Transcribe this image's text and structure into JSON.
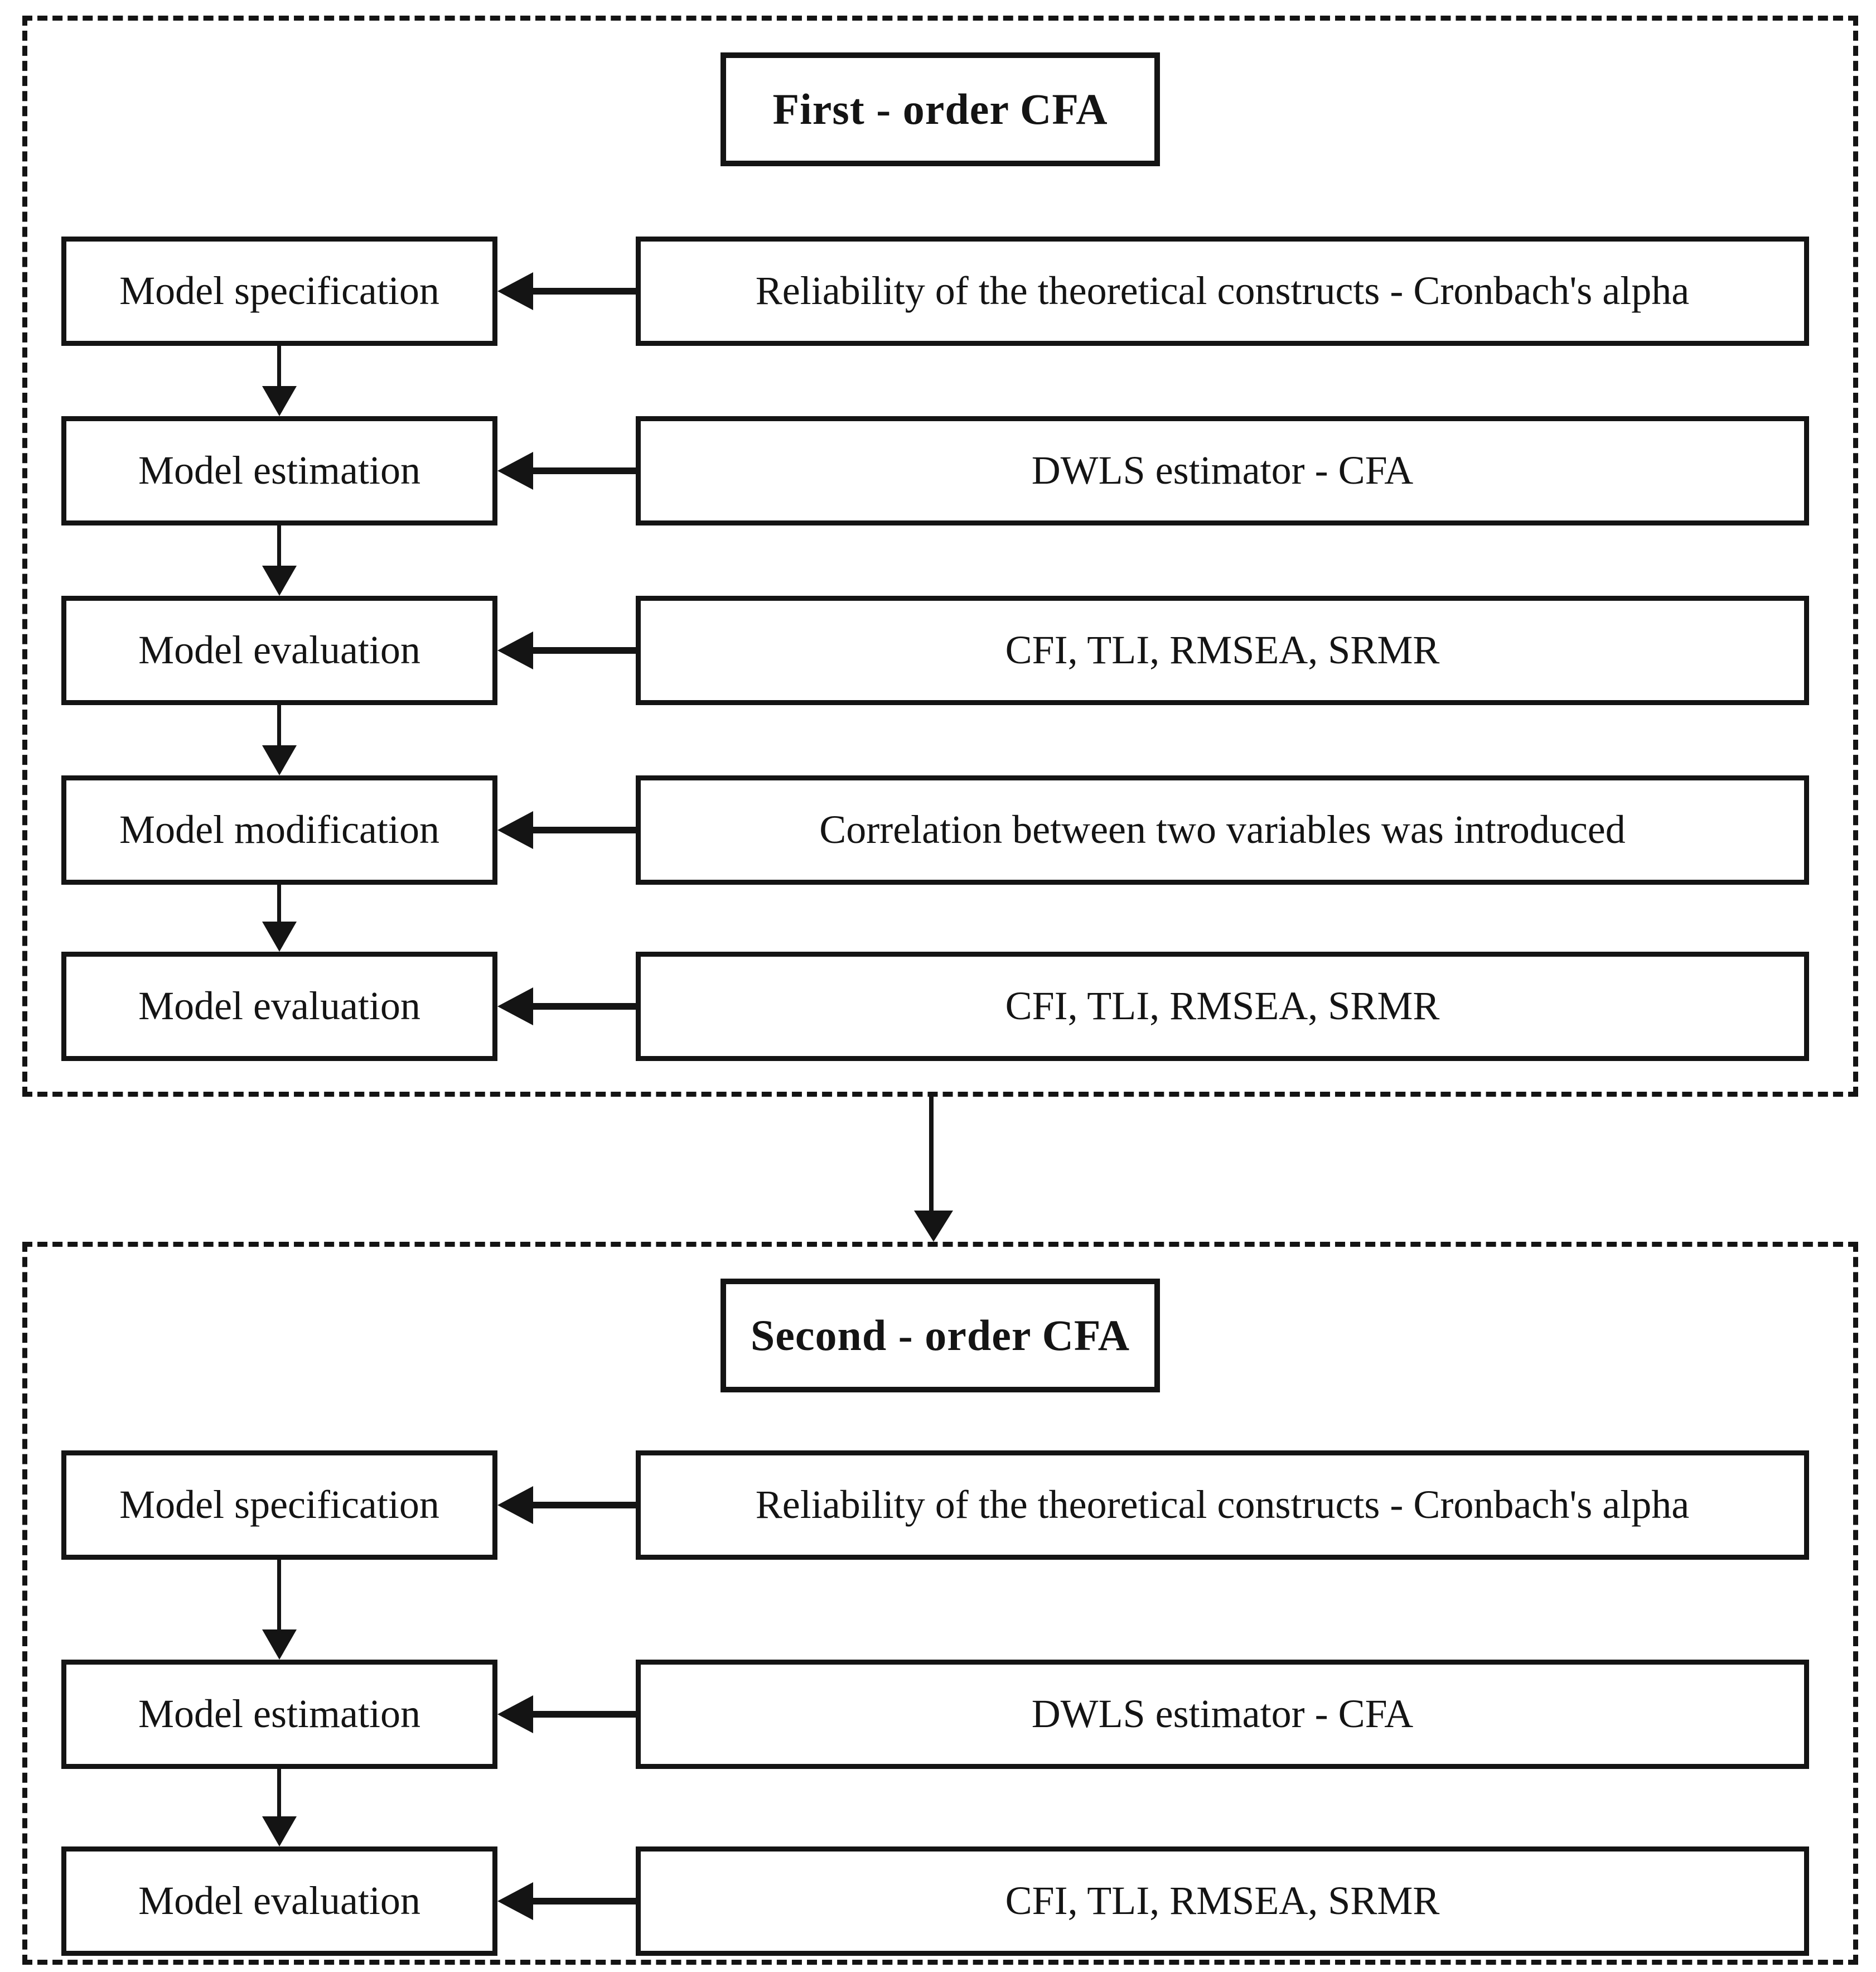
{
  "diagram": {
    "colors": {
      "ink": "#141414",
      "background": "#ffffff"
    },
    "first_section": {
      "title": "First - order CFA",
      "rows": [
        {
          "step": "Model specification",
          "input": "Reliability of the theoretical constructs - Cronbach's alpha"
        },
        {
          "step": "Model estimation",
          "input": "DWLS estimator - CFA"
        },
        {
          "step": "Model evaluation",
          "input": "CFI, TLI, RMSEA, SRMR"
        },
        {
          "step": "Model modification",
          "input": "Correlation between two variables was introduced"
        },
        {
          "step": "Model evaluation",
          "input": "CFI, TLI, RMSEA, SRMR"
        }
      ]
    },
    "second_section": {
      "title": "Second - order CFA",
      "rows": [
        {
          "step": "Model specification",
          "input": "Reliability of the theoretical constructs - Cronbach's alpha"
        },
        {
          "step": "Model estimation",
          "input": "DWLS estimator - CFA"
        },
        {
          "step": "Model evaluation",
          "input": "CFI, TLI, RMSEA, SRMR"
        }
      ]
    }
  }
}
